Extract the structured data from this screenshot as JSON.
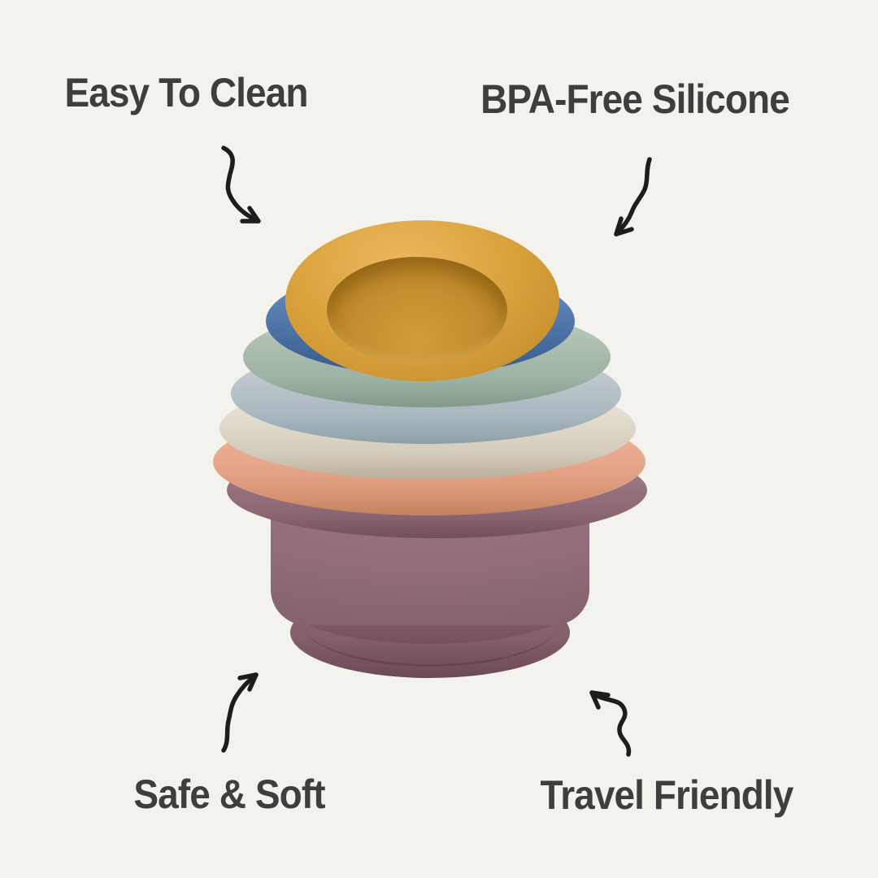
{
  "colors": {
    "background": "#f4f2ec",
    "text": "#3e3e3e",
    "arrow": "#1d1d1d"
  },
  "features": [
    {
      "label": "Easy To Clean",
      "position": "top-left"
    },
    {
      "label": "BPA-Free Silicone",
      "position": "top-right"
    },
    {
      "label": "Safe & Soft",
      "position": "bottom-left"
    },
    {
      "label": "Travel Friendly",
      "position": "bottom-right"
    }
  ],
  "product": {
    "cups": [
      {
        "color_name": "mustard-yellow",
        "hex": "#dba43f"
      },
      {
        "color_name": "steel-blue",
        "hex": "#4f74a6"
      },
      {
        "color_name": "sage-green",
        "hex": "#a6b8ab"
      },
      {
        "color_name": "grey-blue",
        "hex": "#b7c1c6"
      },
      {
        "color_name": "cream",
        "hex": "#e0dbce"
      },
      {
        "color_name": "salmon-pink",
        "hex": "#e9ab90"
      },
      {
        "color_name": "plum-mauve",
        "hex": "#92707b"
      }
    ]
  }
}
